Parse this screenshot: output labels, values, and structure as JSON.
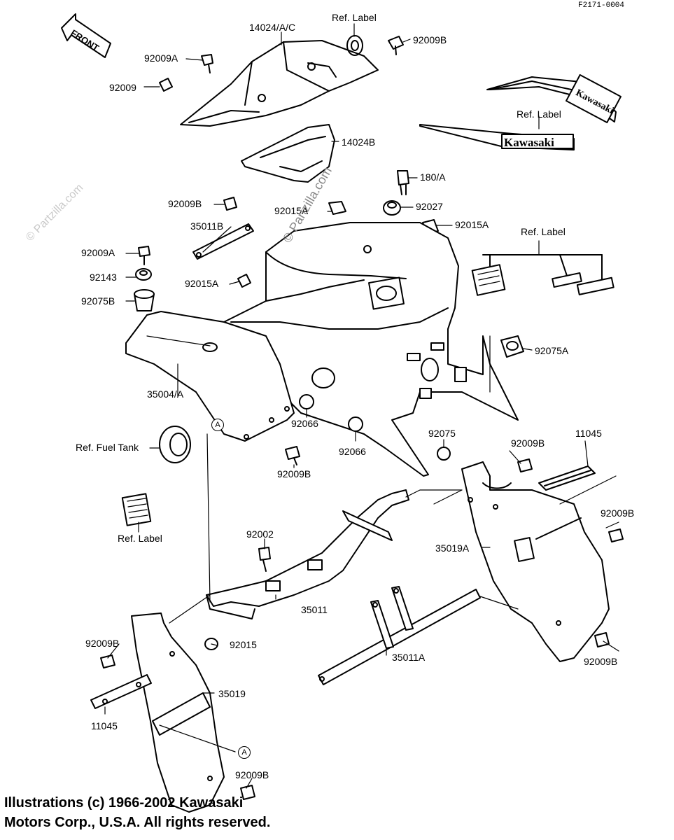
{
  "figure_code": "F2171-0004",
  "front_arrow": "FRONT",
  "decals": {
    "brand_upper": "Kawasaki",
    "brand_lower": "Kawasaki"
  },
  "labels": {
    "p14024AC": "14024/A/C",
    "ref_label_top": "Ref. Label",
    "p92009B_top": "92009B",
    "p92009A_top": "92009A",
    "p92009": "92009",
    "ref_label_decal": "Ref. Label",
    "p14024B": "14024B",
    "p180A": "180/A",
    "p92009B_left": "92009B",
    "p92015A_mid": "92015A",
    "p92027": "92027",
    "p92015A_right": "92015A",
    "p35011B": "35011B",
    "ref_label_right": "Ref. Label",
    "p92009A_left": "92009A",
    "p92143": "92143",
    "p92015A_left": "92015A",
    "p92075B": "92075B",
    "p92075A": "92075A",
    "p35004A": "35004/A",
    "p92066_a": "92066",
    "p92066_b": "92066",
    "p92075": "92075",
    "p92009B_fender": "92009B",
    "p11045_right": "11045",
    "ref_fuel_tank": "Ref. Fuel Tank",
    "p92009B_lower": "92009B",
    "ref_label_left": "Ref. Label",
    "p92002": "92002",
    "p35019A": "35019A",
    "p92009B_right": "92009B",
    "p35011": "35011",
    "p92009B_leftflap": "92009B",
    "p92015": "92015",
    "p35011A": "35011A",
    "p92009B_bottomright": "92009B",
    "p35019": "35019",
    "p11045_left": "11045",
    "p92009B_bottom": "92009B",
    "ref_a": "A"
  },
  "watermarks": [
    "© Partzilla.com",
    "© Partzilla.com"
  ],
  "copyright": {
    "line1": "Illustrations (c) 1966-2002 Kawasaki",
    "line2": "Motors Corp., U.S.A.  All rights reserved."
  }
}
